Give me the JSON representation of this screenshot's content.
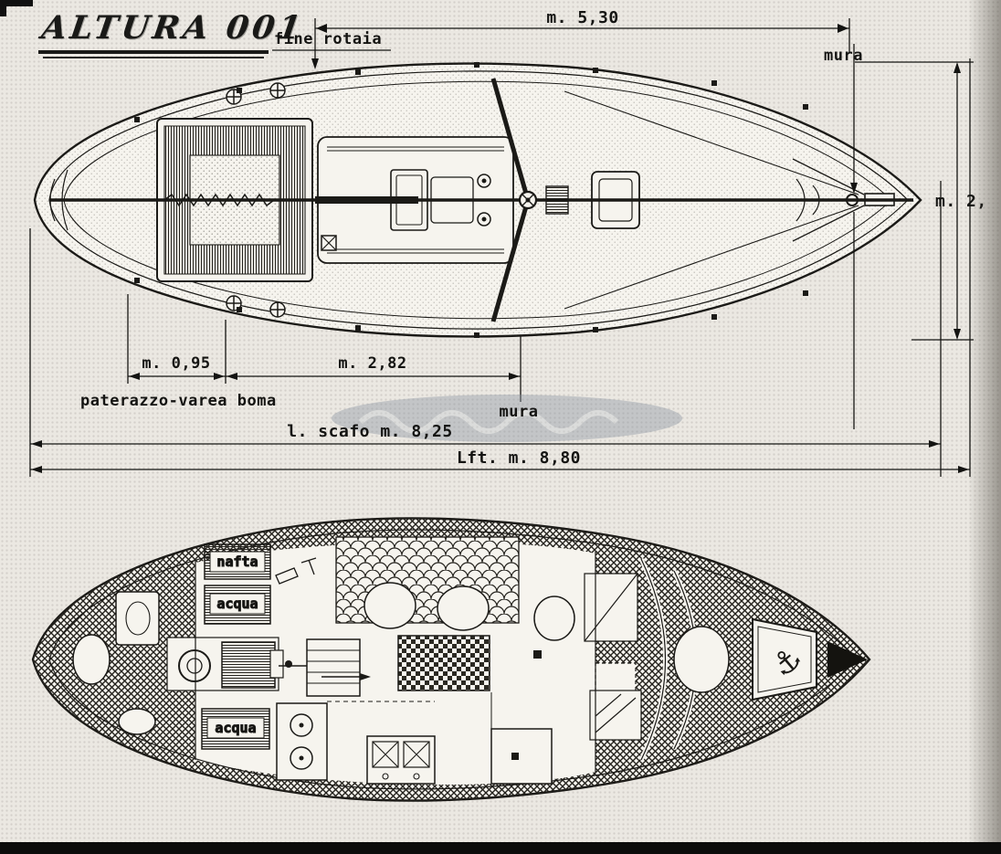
{
  "title": "ALTURA 001",
  "deck_plan": {
    "labels": {
      "fine_rotaia": "fine rotaia",
      "dim_track": "m. 5,30",
      "mura_top": "mura",
      "dim_beam": "m. 2,",
      "dim_stern_boom": "m. 0,95",
      "dim_boom_mast": "m. 2,82",
      "paterazzo": "paterazzo-varea boma",
      "mura_mid": "mura",
      "dim_hull": "l. scafo m. 8,25",
      "dim_lft": "Lft. m. 8,80"
    }
  },
  "interior_plan": {
    "labels": {
      "tank_nafta": "nafta",
      "tank_acqua_fwd": "acqua",
      "tank_acqua_aft": "acqua"
    }
  },
  "icons": {
    "anchor": "⚓"
  },
  "colors": {
    "ink": "#1b1a17",
    "paper": "#ebe8e2"
  }
}
